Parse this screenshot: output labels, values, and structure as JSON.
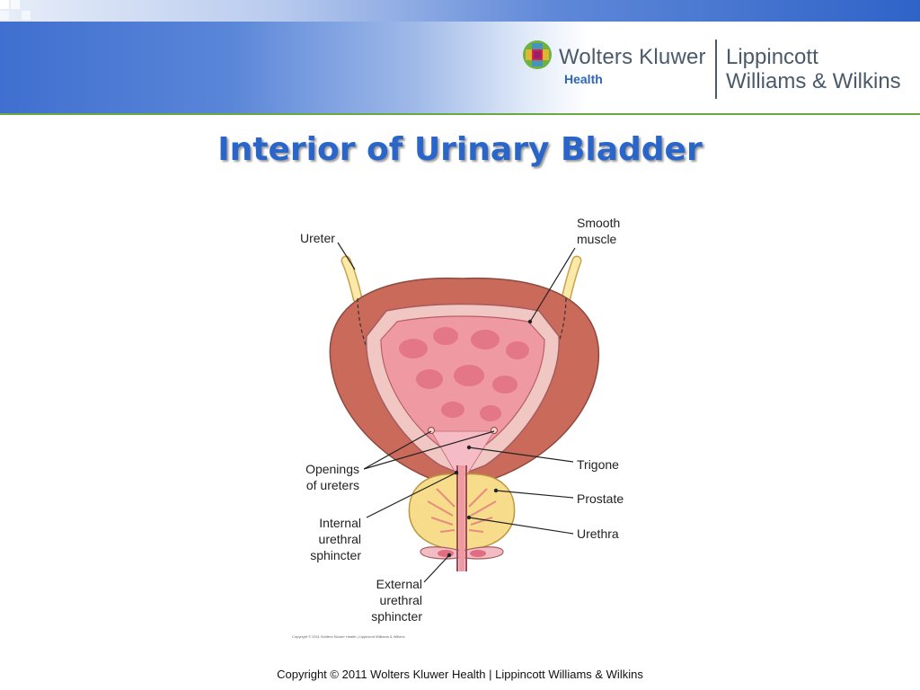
{
  "header": {
    "logo": {
      "brand": "Wolters Kluwer",
      "sub": "Health",
      "partner_line1": "Lippincott",
      "partner_line2": "Williams & Wilkins"
    }
  },
  "slide": {
    "title": "Interior of Urinary Bladder"
  },
  "diagram": {
    "labels": {
      "ureter": "Ureter",
      "smooth_muscle": [
        "Smooth",
        "muscle"
      ],
      "openings_of_ureters": [
        "Openings",
        "of ureters"
      ],
      "trigone": "Trigone",
      "prostate": "Prostate",
      "urethra": "Urethra",
      "internal_urethral_sphincter": [
        "Internal",
        "urethral",
        "sphincter"
      ],
      "external_urethral_sphincter": [
        "External",
        "urethral",
        "sphincter"
      ]
    },
    "figure_copyright": "Copyright © 2011 Wolters Kluwer Health | Lippincott Williams & Wilkins"
  },
  "footer": {
    "copyright": "Copyright © 2011 Wolters Kluwer Health | Lippincott Williams & Wilkins"
  }
}
